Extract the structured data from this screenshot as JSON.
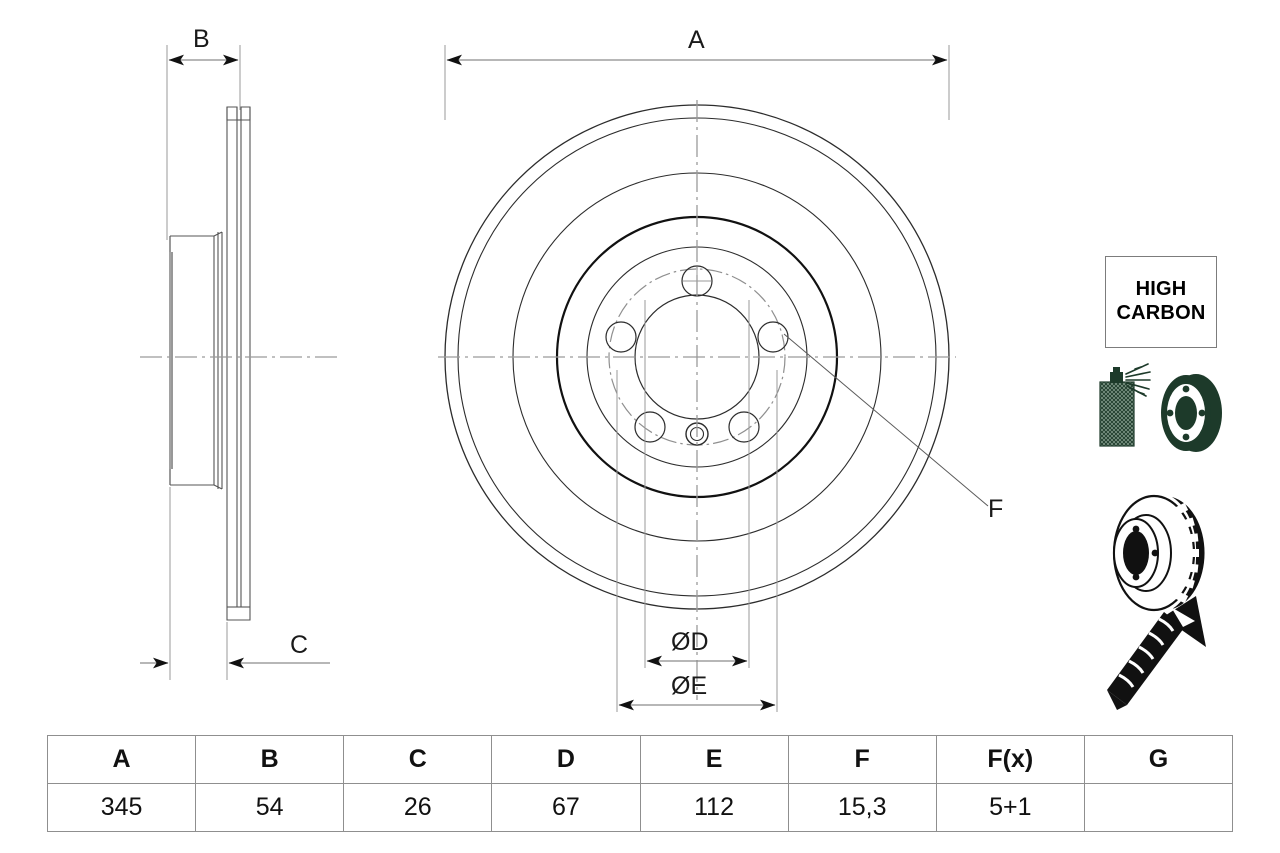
{
  "document": {
    "type": "technical-drawing",
    "subject": "Brake disc (vented) dimensional drawing"
  },
  "drawing": {
    "side_view": {
      "dimension_b": "B",
      "dimension_c": "C"
    },
    "front_view": {
      "dimension_a": "A",
      "dimension_d": "ØD",
      "dimension_e": "ØE",
      "callout_f": "F"
    }
  },
  "badges": {
    "high_carbon": {
      "line1": "HIGH",
      "line2": "CARBON"
    },
    "icons": [
      {
        "name": "coating-spray-disc-icon",
        "label": "coated disc"
      },
      {
        "name": "vented-disc-icon",
        "label": "vented disc"
      },
      {
        "name": "countersunk-screw-icon",
        "label": "fixing screw"
      }
    ]
  },
  "table": {
    "headers": [
      "A",
      "B",
      "C",
      "D",
      "E",
      "F",
      "F(x)",
      "G"
    ],
    "values": [
      "345",
      "54",
      "26",
      "67",
      "112",
      "15,3",
      "5+1",
      ""
    ]
  },
  "colors": {
    "line": "#1a1a1a",
    "thin_line": "#3a3a3a",
    "center_line": "#9a9a9a",
    "dim_line": "#8c8c8c",
    "icon_dark_green": "#1d3a2a",
    "table_border": "#8f8f8f",
    "background": "#ffffff"
  }
}
